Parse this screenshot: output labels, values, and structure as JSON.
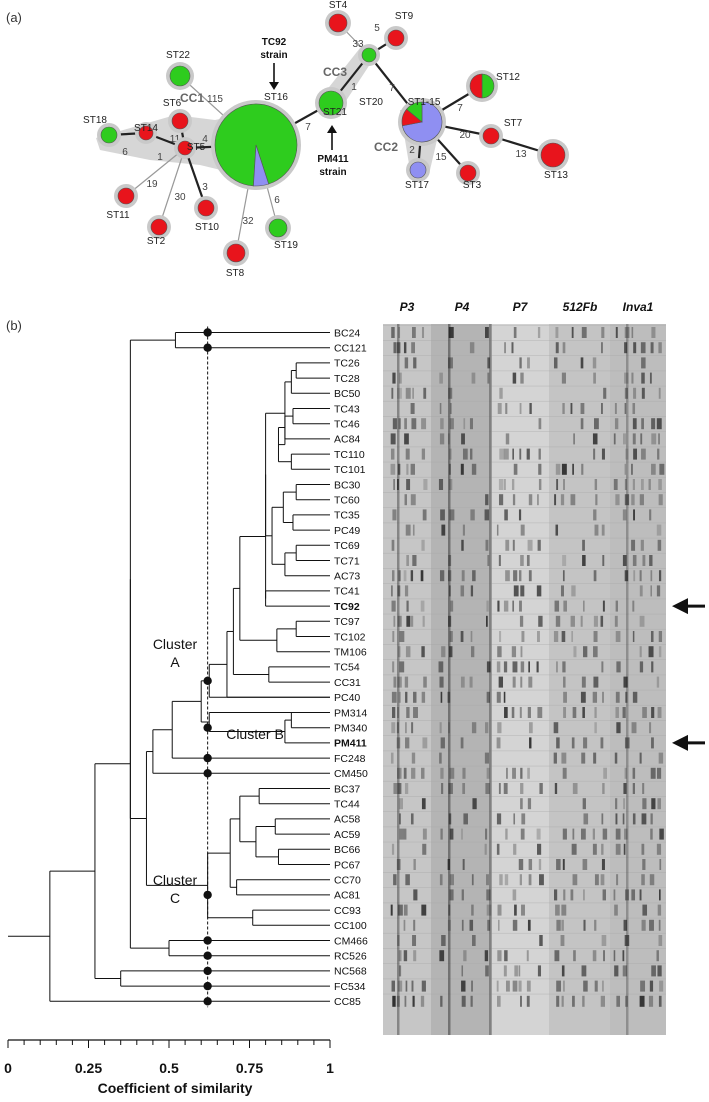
{
  "panel_a": {
    "label": "(a)",
    "clonal_complexes": [
      "CC1",
      "CC2",
      "CC3"
    ],
    "annotations": [
      {
        "lines": [
          "TC92",
          "strain"
        ],
        "target": "ST16"
      },
      {
        "lines": [
          "PM411",
          "strain"
        ],
        "target": "ST21"
      }
    ],
    "colors": {
      "red": "#e8141c",
      "green": "#2ecc1e",
      "blue": "#8f8ff2",
      "halo": "#c9c9c9"
    },
    "nodes": [
      {
        "id": "ST16",
        "colors": [
          "green",
          "blue"
        ]
      },
      {
        "id": "ST22",
        "colors": [
          "green"
        ]
      },
      {
        "id": "ST5",
        "colors": [
          "red"
        ]
      },
      {
        "id": "ST6",
        "colors": [
          "red"
        ]
      },
      {
        "id": "ST14",
        "colors": [
          "red"
        ]
      },
      {
        "id": "ST18",
        "colors": [
          "green"
        ]
      },
      {
        "id": "ST11",
        "colors": [
          "red"
        ]
      },
      {
        "id": "ST2",
        "colors": [
          "red"
        ]
      },
      {
        "id": "ST10",
        "colors": [
          "red"
        ]
      },
      {
        "id": "ST8",
        "colors": [
          "red"
        ]
      },
      {
        "id": "ST19",
        "colors": [
          "green"
        ]
      },
      {
        "id": "ST21",
        "colors": [
          "green"
        ]
      },
      {
        "id": "ST20",
        "colors": [
          "green"
        ]
      },
      {
        "id": "ST4",
        "colors": [
          "red"
        ]
      },
      {
        "id": "ST9",
        "colors": [
          "red"
        ]
      },
      {
        "id": "ST1-15",
        "colors": [
          "blue",
          "red",
          "green"
        ]
      },
      {
        "id": "ST12",
        "colors": [
          "green",
          "red"
        ]
      },
      {
        "id": "ST7",
        "colors": [
          "red"
        ]
      },
      {
        "id": "ST13",
        "colors": [
          "red"
        ]
      },
      {
        "id": "ST17",
        "colors": [
          "blue"
        ]
      },
      {
        "id": "ST3",
        "colors": [
          "red"
        ]
      }
    ],
    "edges": [
      {
        "from": "ST16",
        "to": "ST22",
        "label": "115"
      },
      {
        "from": "ST16",
        "to": "ST5",
        "label": "4"
      },
      {
        "from": "ST16",
        "to": "ST8",
        "label": "32"
      },
      {
        "from": "ST16",
        "to": "ST19",
        "label": "6"
      },
      {
        "from": "ST16",
        "to": "ST21",
        "label": "7"
      },
      {
        "from": "ST5",
        "to": "ST6",
        "label": "11"
      },
      {
        "from": "ST5",
        "to": "ST14",
        "label": "1"
      },
      {
        "from": "ST14",
        "to": "ST18",
        "label": "6"
      },
      {
        "from": "ST5",
        "to": "ST11",
        "label": "19"
      },
      {
        "from": "ST5",
        "to": "ST2",
        "label": "30"
      },
      {
        "from": "ST5",
        "to": "ST10",
        "label": "3"
      },
      {
        "from": "ST21",
        "to": "ST20",
        "label": "1"
      },
      {
        "from": "ST20",
        "to": "ST4",
        "label": "33"
      },
      {
        "from": "ST20",
        "to": "ST9",
        "label": "5"
      },
      {
        "from": "ST20",
        "to": "ST1-15",
        "label": "7"
      },
      {
        "from": "ST1-15",
        "to": "ST12",
        "label": "7"
      },
      {
        "from": "ST1-15",
        "to": "ST7",
        "label": "20"
      },
      {
        "from": "ST7",
        "to": "ST13",
        "label": "13"
      },
      {
        "from": "ST1-15",
        "to": "ST17",
        "label": "2"
      },
      {
        "from": "ST1-15",
        "to": "ST3",
        "label": "15"
      }
    ]
  },
  "panel_b": {
    "label": "(b)",
    "leaves": [
      "BC24",
      "CC121",
      "TC26",
      "TC28",
      "BC50",
      "TC43",
      "TC46",
      "AC84",
      "TC110",
      "TC101",
      "BC30",
      "TC60",
      "TC35",
      "PC49",
      "TC69",
      "TC71",
      "AC73",
      "TC41",
      "TC92",
      "TC97",
      "TC102",
      "TM106",
      "TC54",
      "CC31",
      "PC40",
      "PM314",
      "PM340",
      "PM411",
      "FC248",
      "CM450",
      "BC37",
      "TC44",
      "AC58",
      "AC59",
      "BC66",
      "PC67",
      "CC70",
      "AC81",
      "CC93",
      "CC100",
      "CM466",
      "RC526",
      "NC568",
      "FC534",
      "CC85"
    ],
    "bold_leaves": [
      "TC92",
      "PM411"
    ],
    "clusters": [
      {
        "lines": [
          "Cluster",
          "A"
        ]
      },
      {
        "lines": [
          "Cluster B"
        ]
      },
      {
        "lines": [
          "Cluster",
          "C"
        ]
      }
    ],
    "gel_headers": [
      "P3",
      "P4",
      "P7",
      "512Fb",
      "Inva1"
    ],
    "arrow_rows": [
      "TC92",
      "PM411"
    ],
    "threshold": 0.62,
    "axis": {
      "title": "Coefficient of similarity",
      "ticks": [
        "0",
        "0.25",
        "0.5",
        "0.75",
        "1"
      ]
    }
  }
}
